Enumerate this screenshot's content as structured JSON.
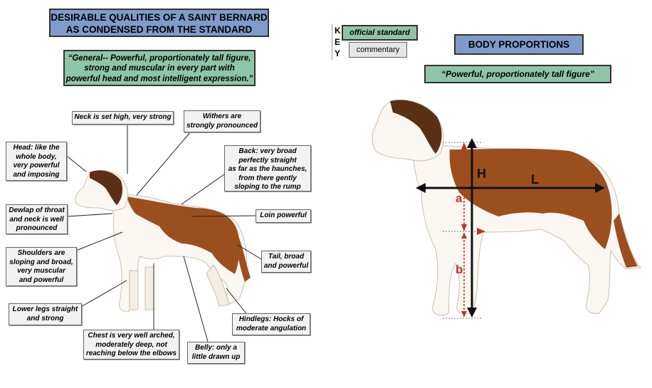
{
  "title": [
    "DESIRABLE QUALITIES OF A SAINT BERNARD",
    "AS CONDENSED FROM THE STANDARD"
  ],
  "general": [
    "“General-- Powerful, proportionately tall figure,",
    "strong and muscular in every part with",
    "powerful head and most intelligent expression.”"
  ],
  "key": {
    "letters": [
      "K",
      "E",
      "Y"
    ],
    "standard_label": "official standard",
    "commentary_label": "commentary"
  },
  "proportions": {
    "title": "BODY PROPORTIONS",
    "subtitle": "“Powerful, proportionately tall figure”",
    "labels": {
      "h": "H",
      "l": "L",
      "a": "a",
      "b": "b"
    }
  },
  "callouts": {
    "neck": "Neck is set high, very strong",
    "withers": [
      "Withers are",
      "strongly pronounced"
    ],
    "head": [
      "Head:  like the",
      "whole body,",
      "very powerful",
      "and imposing"
    ],
    "back": [
      "Back:  very broad",
      "perfectly straight",
      "as far as the haunches,",
      "from there gently",
      "sloping to the rump"
    ],
    "dewlap": [
      "Dewlap of throat",
      "and neck is well",
      "pronounced"
    ],
    "loin": "Loin powerful",
    "shoulders": [
      "Shoulders are",
      "sloping and broad,",
      "very muscular",
      "and powerful"
    ],
    "tail": [
      "Tail, broad",
      "and powerful"
    ],
    "lowerlegs": [
      "Lower legs straight",
      "and strong"
    ],
    "hindlegs": [
      "Hindlegs:  Hocks of",
      "moderate angulation"
    ],
    "chest": [
      "Chest is very well arched,",
      "moderately deep, not",
      "reaching below the elbows"
    ],
    "belly": [
      "Belly:  only a",
      "little drawn up"
    ]
  },
  "colors": {
    "title_bg": "#7f9bc9",
    "standard_bg": "#8fc4a8",
    "commentary_bg": "#f2f2f2",
    "dog_brown": "#9c4f1e",
    "dog_white": "#faf7f2",
    "measure_red": "#c0302a"
  }
}
